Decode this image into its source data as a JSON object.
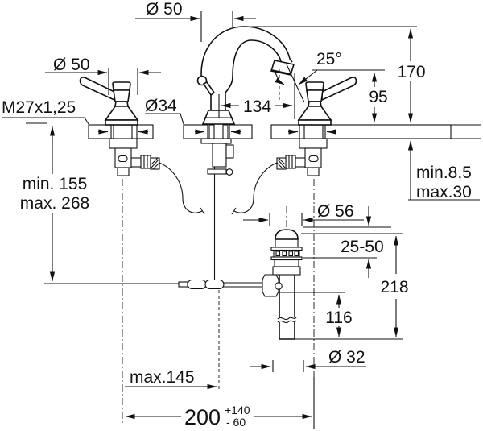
{
  "diagram": {
    "type": "technical-drawing",
    "subject": "Three-hole basin mixer faucet with pop-up waste - installation dimension drawing",
    "units": "mm",
    "background_color": "#ffffff",
    "line_color": "#111111",
    "dimensions": {
      "spout_tube_diameter": "Ø 50",
      "handle_escutcheon_diameter": "Ø 50",
      "shank_thread": "M27x1,25",
      "mounting_hole_diameter": "Ø34",
      "spout_reach": "134",
      "aerator_angle": "25°",
      "spout_height": "170",
      "outlet_clearance": "95",
      "deck_thickness_min": "min.8,5",
      "deck_thickness_max": "max.30",
      "hose_length_min": "min. 155",
      "hose_length_max": "max. 268",
      "waste_flange_diameter": "Ø 56",
      "basin_thickness_range": "25-50",
      "waste_height": "218",
      "tailpipe_length": "116",
      "tailpipe_diameter": "Ø 32",
      "popup_rod_reach": "max.145",
      "hole_spacing": "200",
      "hole_spacing_tol_plus": "+140",
      "hole_spacing_tol_minus": "- 60"
    }
  }
}
